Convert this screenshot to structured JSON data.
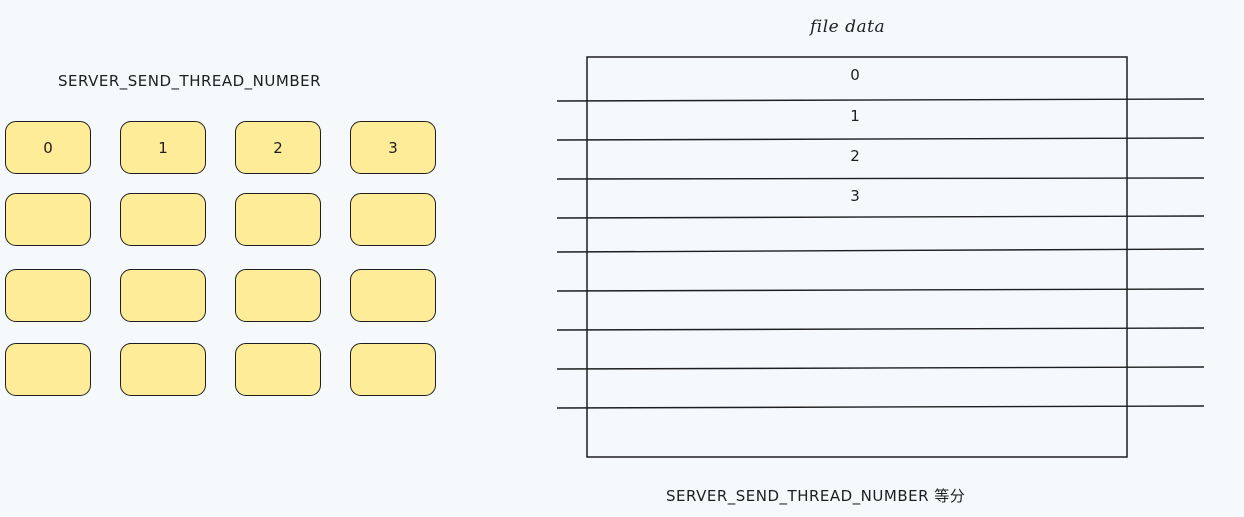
{
  "thread_panel": {
    "title": "SERVER_SEND_THREAD_NUMBER",
    "first_row_labels": [
      "0",
      "1",
      "2",
      "3"
    ],
    "rows": 4,
    "columns": 4,
    "cell_fill": "#ffec99",
    "stroke": "#1e1e1e"
  },
  "file_panel": {
    "title": "file data",
    "row_labels": [
      "0",
      "1",
      "2",
      "3"
    ],
    "caption": "SERVER_SEND_THREAD_NUMBER 等分"
  },
  "colors": {
    "background": "#f5f9fc",
    "stroke": "#1e1e1e"
  }
}
